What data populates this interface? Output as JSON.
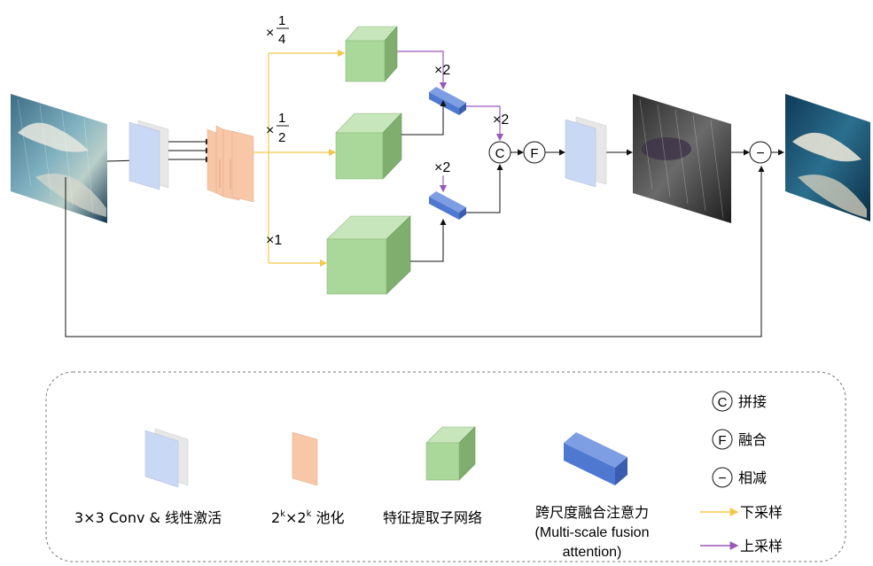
{
  "scales": {
    "quarter": {
      "prefix": "×",
      "num": "1",
      "den": "4"
    },
    "half": {
      "prefix": "×",
      "num": "1",
      "den": "2"
    },
    "one": "×1"
  },
  "upsample_marks": {
    "top": "×2",
    "mid": "×2",
    "right": "×2"
  },
  "ops": {
    "concat": "C",
    "fuse": "F",
    "subtract": "−"
  },
  "legend": {
    "conv_label": "3×3 Conv & 线性激活",
    "pool_label": {
      "a": "2",
      "ka": "k",
      "mid": "×2",
      "kb": "k",
      "tail": " 池化"
    },
    "feature_label": "特征提取子网络",
    "msfa_label_cn": "跨尺度融合注意力",
    "msfa_label_en_1": "(Multi-scale fusion",
    "msfa_label_en_2": "attention)",
    "concat_symbol": "C",
    "concat_label": "拼接",
    "fuse_symbol": "F",
    "fuse_label": "融合",
    "sub_symbol": "−",
    "sub_label": "相减",
    "down_label": "下采样",
    "up_label": "上采样"
  },
  "colors": {
    "downsample_line": "#f2c84b",
    "upsample_line": "#9b59b6",
    "conv_fill": "#c9d9f5",
    "pool_fill": "#f8c7a8",
    "feature_fill": "#a9d89a",
    "attention_fill": "#4f79d1"
  }
}
